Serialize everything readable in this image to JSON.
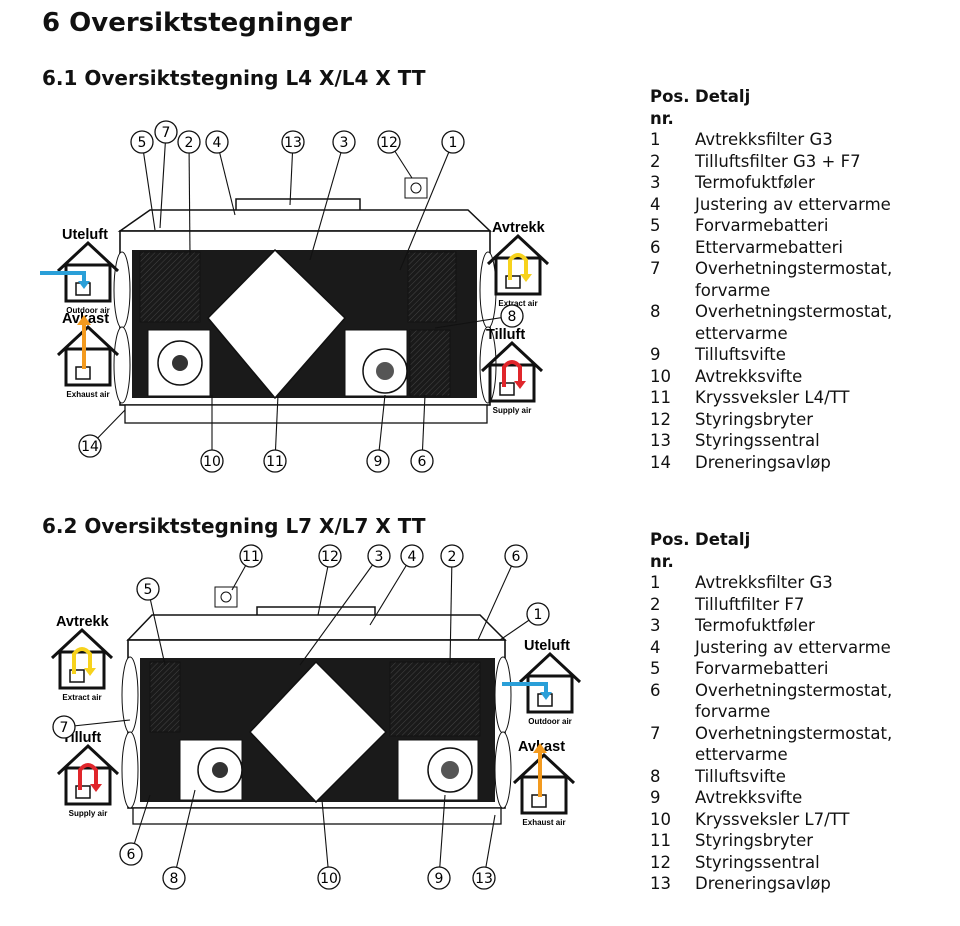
{
  "page_title": "6   Oversiktstegninger",
  "section1": {
    "heading": "6.1 Oversiktstegning L4 X/L4 X TT",
    "legend_header_pos": "Pos.",
    "legend_header_nr": "nr.",
    "legend_header_detail": "Detalj",
    "items": [
      {
        "n": "1",
        "t": "Avtrekksfilter G3"
      },
      {
        "n": "2",
        "t": "Tilluftsfilter G3 + F7"
      },
      {
        "n": "3",
        "t": "Termofuktføler"
      },
      {
        "n": "4",
        "t": "Justering av ettervarme"
      },
      {
        "n": "5",
        "t": "Forvarmebatteri"
      },
      {
        "n": "6",
        "t": "Ettervarmebatteri"
      },
      {
        "n": "7",
        "t": "Overhetningstermostat,",
        "t2": "forvarme"
      },
      {
        "n": "8",
        "t": "Overhetningstermostat,",
        "t2": "ettervarme"
      },
      {
        "n": "9",
        "t": "Tilluftsvifte"
      },
      {
        "n": "10",
        "t": "Avtrekksvifte"
      },
      {
        "n": "11",
        "t": "Kryssveksler L4/TT"
      },
      {
        "n": "12",
        "t": "Styringsbryter"
      },
      {
        "n": "13",
        "t": "Styringssentral"
      },
      {
        "n": "14",
        "t": "Dreneringsavløp"
      }
    ],
    "houses": {
      "uteluft": {
        "label": "Uteluft",
        "caption": "Outdoor air"
      },
      "avkast": {
        "label": "Avkast",
        "caption": "Exhaust air"
      },
      "avtrekk": {
        "label": "Avtrekk",
        "caption": "Extract air"
      },
      "tilluft": {
        "label": "Tilluft",
        "caption": "Supply air"
      }
    }
  },
  "section2": {
    "heading": "6.2  Oversiktstegning L7 X/L7 X TT",
    "legend_header_pos": "Pos.",
    "legend_header_nr": "nr.",
    "legend_header_detail": "Detalj",
    "items": [
      {
        "n": "1",
        "t": "Avtrekksfilter G3"
      },
      {
        "n": "2",
        "t": "Tilluftfilter F7"
      },
      {
        "n": "3",
        "t": "Termofuktføler"
      },
      {
        "n": "4",
        "t": "Justering av ettervarme"
      },
      {
        "n": "5",
        "t": "Forvarmebatteri"
      },
      {
        "n": "6",
        "t": "Overhetningstermostat,",
        "t2": "forvarme"
      },
      {
        "n": "7",
        "t": "Overhetningstermostat,",
        "t2": "ettervarme"
      },
      {
        "n": "8",
        "t": "Tilluftsvifte"
      },
      {
        "n": "9",
        "t": "Avtrekksvifte"
      },
      {
        "n": "10",
        "t": "Kryssveksler L7/TT"
      },
      {
        "n": "11",
        "t": "Styringsbryter"
      },
      {
        "n": "12",
        "t": "Styringssentral"
      },
      {
        "n": "13",
        "t": "Dreneringsavløp"
      }
    ],
    "houses": {
      "avtrekk": {
        "label": "Avtrekk",
        "caption": "Extract air"
      },
      "tilluft": {
        "label": "Tilluft",
        "caption": "Supply air"
      },
      "uteluft": {
        "label": "Uteluft",
        "caption": "Outdoor air"
      },
      "avkast": {
        "label": "Avkast",
        "caption": "Exhaust air"
      }
    }
  },
  "callouts1": [
    "5",
    "7",
    "2",
    "4",
    "13",
    "3",
    "12",
    "1",
    "8",
    "14",
    "10",
    "11",
    "9",
    "6"
  ],
  "callouts2": [
    "11",
    "12",
    "3",
    "4",
    "2",
    "6",
    "1",
    "5",
    "7",
    "6",
    "8",
    "10",
    "9",
    "13"
  ],
  "colors": {
    "blue": "#2a9fd8",
    "orange": "#f39a1e",
    "yellow": "#f7d21c",
    "red": "#e0262b"
  }
}
